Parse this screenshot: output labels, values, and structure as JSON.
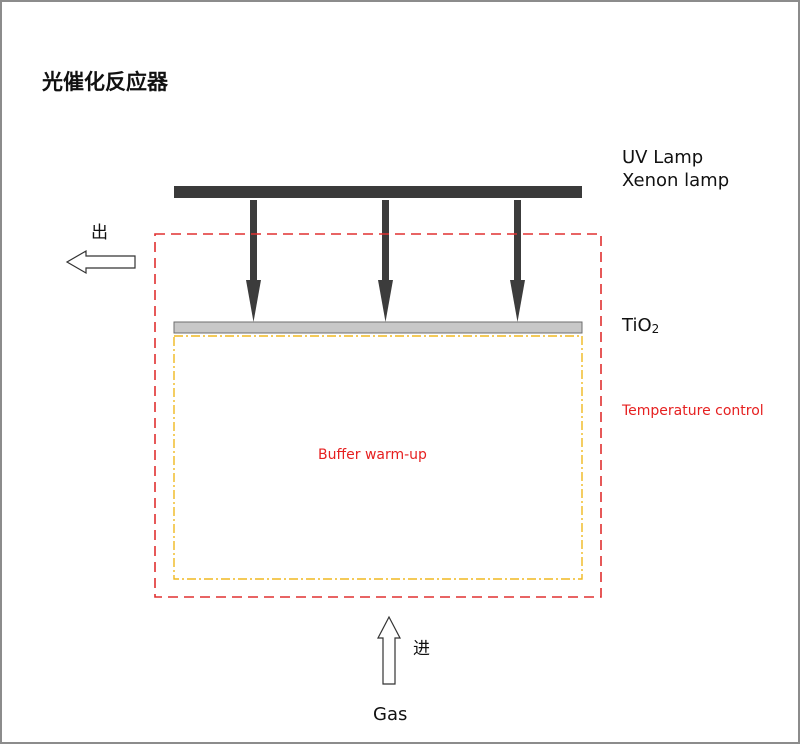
{
  "title": "光催化反应器",
  "lamp": {
    "line1": "UV Lamp",
    "line2": "Xenon lamp"
  },
  "catalyst": {
    "base": "TiO",
    "subscript": "2"
  },
  "temperature_label": "Temperature control",
  "buffer_label": "Buffer warm-up",
  "outlet_label": "出",
  "inlet_label": "进",
  "gas_label": "Gas",
  "colors": {
    "lamp": "#3a3a3a",
    "arrow": "#3c3c3c",
    "plate": "#c8c8c8",
    "temperature_border": "#e03030",
    "buffer_border": "#f0b820",
    "label_red": "#e62020"
  }
}
